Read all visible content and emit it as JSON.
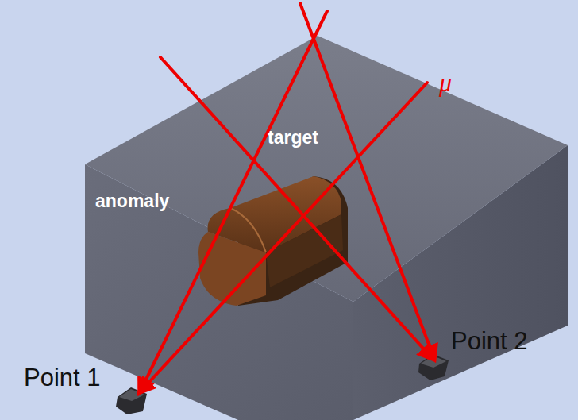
{
  "diagram": {
    "labels": [
      "target",
      "anomaly",
      "μ",
      "Point 1",
      "Point 2"
    ]
  }
}
